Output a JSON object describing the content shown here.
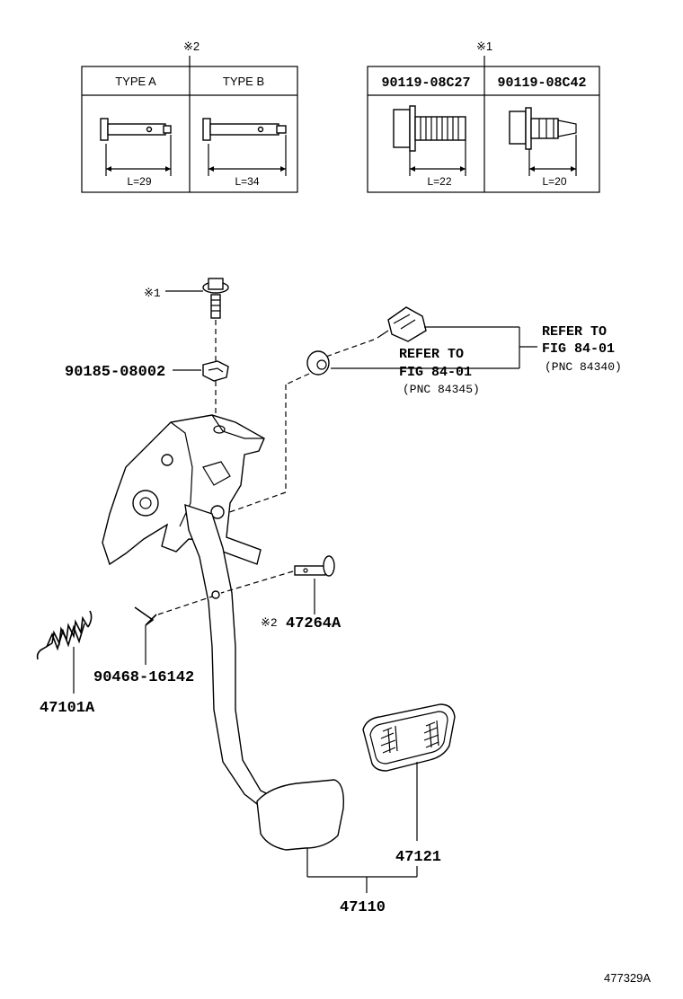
{
  "table_type": {
    "marker": "※2",
    "col1": "TYPE A",
    "col2": "TYPE B",
    "dim1": "L=29",
    "dim2": "L=34"
  },
  "table_bolt": {
    "marker": "※1",
    "col1": "90119-08C27",
    "col2": "90119-08C42",
    "dim1": "L=22",
    "dim2": "L=20"
  },
  "labels": {
    "bolt_marker": "※1",
    "nut": "90185-08002",
    "refer1_line1": "REFER TO",
    "refer1_line2": "FIG 84-01",
    "refer1_line3": "(PNC 84345)",
    "refer2_line1": "REFER TO",
    "refer2_line2": "FIG 84-01",
    "refer2_line3": "(PNC 84340)",
    "pin_marker": "※2",
    "pin": "47264A",
    "clip": "90468-16142",
    "spring": "47101A",
    "pad": "47121",
    "pedal": "47110",
    "diagram_id": "477329A"
  }
}
